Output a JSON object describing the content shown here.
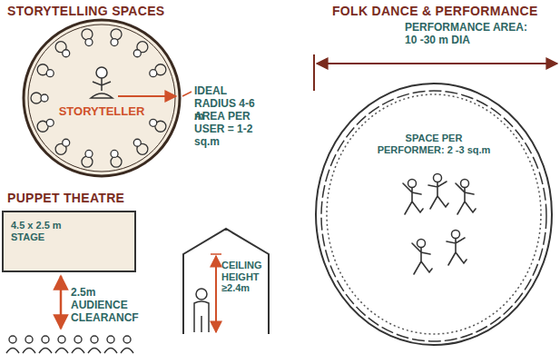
{
  "diagram": {
    "nodes": [
      {
        "text": [
          "STORYTELLER"
        ]
      },
      {
        "text": [
          "4.5 x 2.5 m STAGE"
        ]
      },
      {
        "text": [
          "CEILING HEIGHT ≥2.4m"
        ]
      },
      {
        "text": [
          "SPACE PER PERFORMER: 2 -3 sq.m"
        ]
      }
    ],
    "labels": [
      "STORYTELLING SPACES",
      "IDEAL RADIUS 4-6 m",
      "AREA PER USER = 1-2 sq.m",
      "PUPPET THEATRE",
      "2.5m AUDIENCE CLEARANCF",
      "FOLK DANCE & PERFORMANCE",
      "PERFORMANCE AREA: 10 -30 m DIA"
    ]
  }
}
